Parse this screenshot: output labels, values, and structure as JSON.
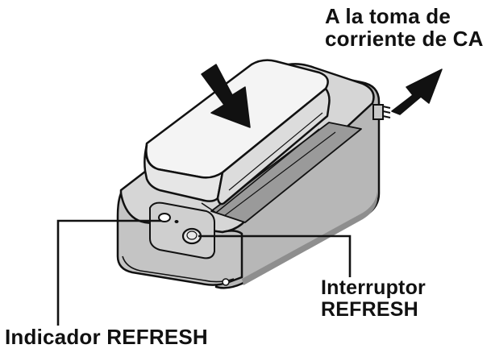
{
  "labels": {
    "outlet": {
      "line1": "A la toma de",
      "line2": "corriente de CA"
    },
    "switch": {
      "line1": "Interruptor",
      "line2": "REFRESH"
    },
    "indicator": {
      "text": "Indicador REFRESH"
    }
  },
  "colors": {
    "outline": "#111111",
    "charger_body": "#c9c9c9",
    "charger_top": "#d9d9d9",
    "charger_shadow": "#a8a8a8",
    "battery": "#f2f2f2",
    "arrow": "#111111"
  }
}
